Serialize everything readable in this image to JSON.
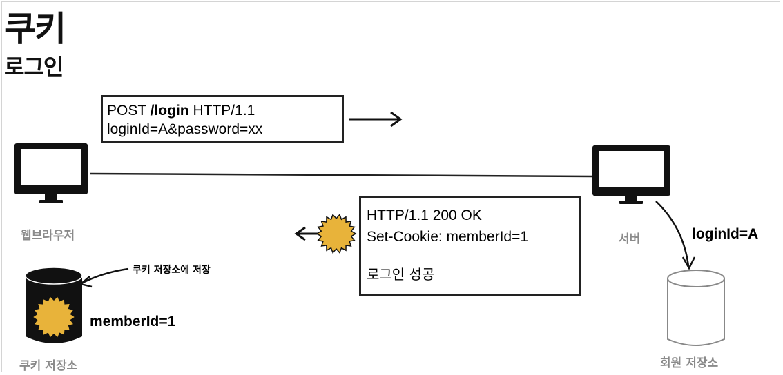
{
  "title": "쿠키",
  "subtitle": "로그인",
  "request": {
    "method": "POST",
    "path": "/login",
    "protocol": "HTTP/1.1",
    "body": "loginId=A&password=xx"
  },
  "response": {
    "status_line": "HTTP/1.1 200 OK",
    "set_cookie": "Set-Cookie: memberId=1",
    "message": "로그인 성공"
  },
  "labels": {
    "browser": "웹브라우저",
    "server": "서버",
    "cookie_store": "쿠키 저장소",
    "member_store": "회원 저장소",
    "store_note": "쿠키 저장소에 저장",
    "server_query": "loginId=A",
    "cookie_value": "memberId=1"
  },
  "icons": {
    "browser": "monitor-icon",
    "server": "monitor-icon",
    "cookie": "cookie-burst-icon",
    "cookie_db": "database-cylinder-icon",
    "member_db": "database-cylinder-icon"
  },
  "colors": {
    "cookie": "#e8b33a",
    "stroke": "#111111",
    "label_gray": "#8a8a8a"
  }
}
